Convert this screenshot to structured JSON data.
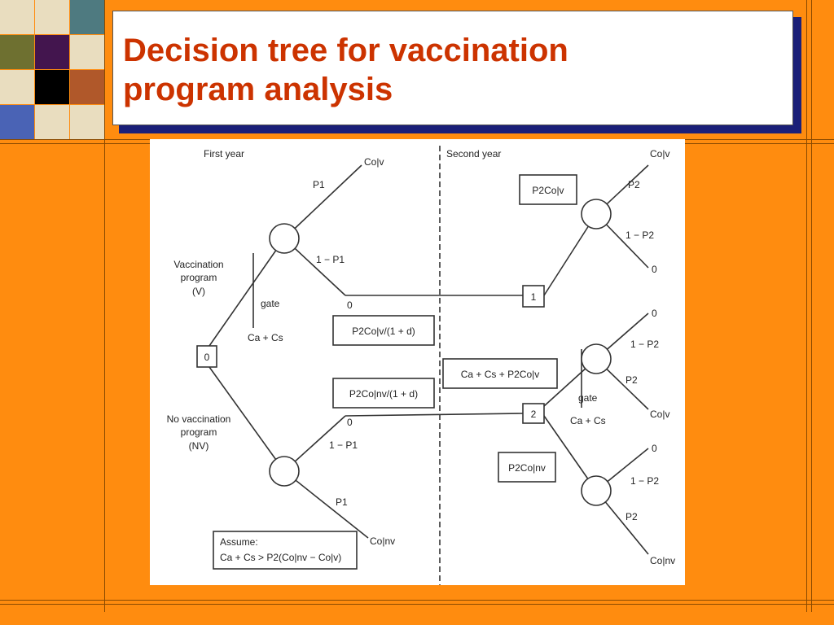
{
  "slide": {
    "title_line1": "Decision tree for vaccination",
    "title_line2": "program analysis",
    "colors": {
      "background": "#FF8C0F",
      "title": "#CC3300",
      "title_shadow": "#1A1F78"
    }
  },
  "mosaic": [
    "#E9DDBF",
    "#E9DDBF",
    "#4E7A80",
    "#6E7030",
    "#43154E",
    "#E9DDBF",
    "#E9DDBF",
    "#000000",
    "#B0582A",
    "#4A63B5",
    "#E9DDBF",
    "#E9DDBF"
  ],
  "diagram": {
    "first_year": "First year",
    "second_year": "Second year",
    "vaccination_label": [
      "Vaccination",
      "program",
      "(V)"
    ],
    "no_vaccination_label": [
      "No vaccination",
      "program",
      "(NV)"
    ],
    "gate": "gate",
    "cost_gate": "Ca + Cs",
    "root": "0",
    "node1": "1",
    "node2": "2",
    "p1": "P1",
    "one_minus_p1": "1 − P1",
    "p2": "P2",
    "one_minus_p2": "1 − P2",
    "zero": "0",
    "c_o_v": "Co|v",
    "c_o_nv": "Co|nv",
    "box_p2_co_v": "P2Co|v",
    "box_p2_co_v_disc": "P2Co|v/(1 + d)",
    "box_p2_co_nv_disc": "P2Co|nv/(1 + d)",
    "box_ca_cs_p2": "Ca + Cs + P2Co|v",
    "box_p2_co_nv": "P2Co|nv",
    "assume_line1": "Assume:",
    "assume_line2": "Ca + Cs > P2(Co|nv − Co|v)"
  }
}
